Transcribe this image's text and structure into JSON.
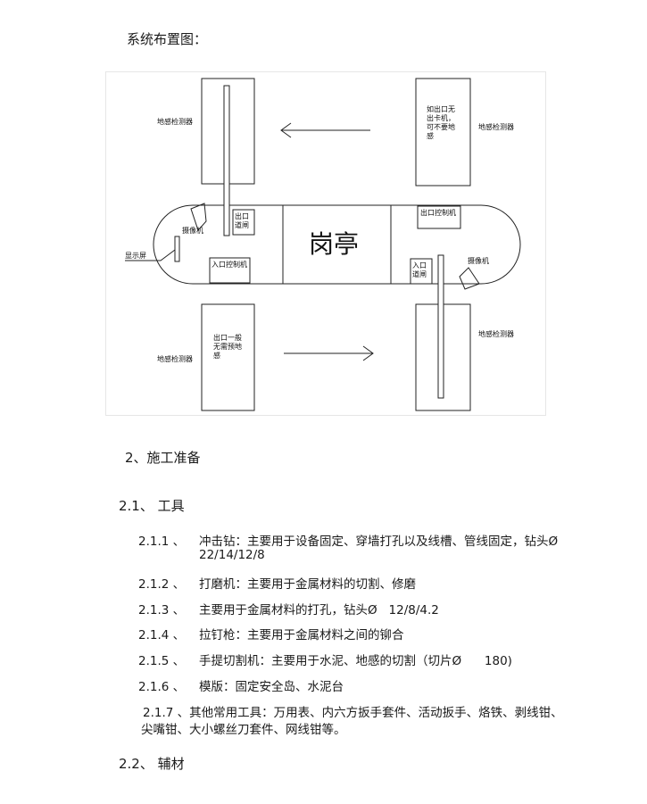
{
  "document": {
    "diagram_caption": "系统布置图：",
    "diagram": {
      "labels": {
        "sensor_tl": "地感检测器",
        "sensor_tr": "地感检测器",
        "sensor_bl": "地感检测器",
        "sensor_br": "地感检测器",
        "lane_tr": "如出口无出卡机，可不要地感",
        "lane_bl": "出口一般无需预地感",
        "exit_gate": "出口道闸",
        "entry_gate": "入口道闸",
        "exit_controller": "出口控制机",
        "entry_controller": "入口控制机",
        "camera_left": "摄像机",
        "camera_right": "摄像机",
        "display": "显示屏",
        "booth": "岗亭"
      }
    },
    "section2": {
      "title": "2、施工准备"
    },
    "section2_1": {
      "title": "2.1、 工具",
      "items": [
        {
          "num": "2.1.1 、",
          "text": "冲击钻：主要用于设备固定、穿墙打孔以及线槽、管线固定，钻头",
          "sym": "Ø",
          "text2": "22/14/12/8"
        },
        {
          "num": "2.1.2 、",
          "text": "打磨机：主要用于金属材料的切割、修磨"
        },
        {
          "num": "2.1.3 、",
          "text": "主要用于金属材料的打孔，钻头",
          "sym": "Ø",
          "text2": "12/8/4.2"
        },
        {
          "num": "2.1.4 、",
          "text": "拉钉枪：主要用于金属材料之间的铆合"
        },
        {
          "num": "2.1.5 、",
          "text": "手提切割机：主要用于水泥、地感的切割（切片",
          "sym": "Ø",
          "text2": "180)"
        },
        {
          "num": "2.1.6 、",
          "text": "模版：固定安全岛、水泥台"
        }
      ],
      "item_7_line1": "2.1.7 、其他常用工具：万用表、内六方扳手套件、活动扳手、烙铁、剥线钳、",
      "item_7_line2": "尖嘴钳、大小螺丝刀套件、网线钳等。"
    },
    "section2_2": {
      "title": "2.2、 辅材"
    }
  }
}
